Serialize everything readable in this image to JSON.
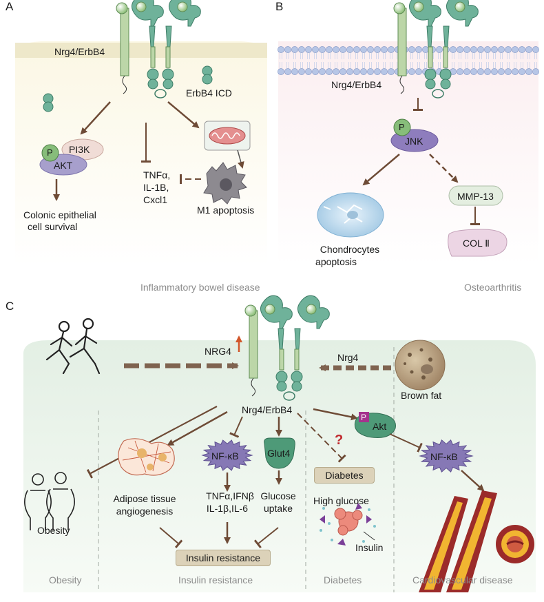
{
  "panel_a": {
    "letter": "A",
    "receptor_label": "Nrg4/ErbB4",
    "icd_label": "ErbB4 ICD",
    "p_badge": "P",
    "pi3k": "PI3K",
    "akt": "AKT",
    "outcome_line1": "Colonic epithelial",
    "outcome_line2": "cell survival",
    "cytokines": [
      "TNFα,",
      "IL-1B,",
      "Cxcl1"
    ],
    "m1": "M1 apoptosis",
    "disease": "Inflammatory bowel disease"
  },
  "panel_b": {
    "letter": "B",
    "receptor_label": "Nrg4/ErbB4",
    "p_badge": "P",
    "jnk": "JNK",
    "chondro_line1": "Chondrocytes",
    "chondro_line2": "apoptosis",
    "mmp": "MMP-13",
    "col": "COL Ⅱ",
    "disease": "Osteoarthritis"
  },
  "panel_c": {
    "letter": "C",
    "nrg4_up": "NRG4",
    "nrg4": "Nrg4",
    "brown_fat": "Brown fat",
    "receptor_label": "Nrg4/ErbB4",
    "p_badge": "P",
    "akt": "Akt",
    "question": "?",
    "nfkb_left": "NF-κB",
    "nfkb_right": "NF-κB",
    "glut4": "Glut4",
    "obesity": "Obesity",
    "adipose_line1": "Adipose tissue",
    "adipose_line2": "angiogenesis",
    "cytokines_line1": "TNFα,IFNβ",
    "cytokines_line2": "IL-1β,IL-6",
    "glucose_line1": "Glucose",
    "glucose_line2": "uptake",
    "diabetes_box": "Diabetes",
    "high_glucose": "High glucose",
    "insulin": "Insulin",
    "insulin_resistance": "Insulin resistance",
    "footer": [
      "Obesity",
      "Insulin resistance",
      "Diabetes",
      "Cardiovascular disease"
    ]
  },
  "colors": {
    "receptor_green": "#5fa88f",
    "tm_green": "#bcd6a8",
    "arrow_brown": "#6e4b36",
    "akt_purple": "#a79fcc",
    "jnk_purple": "#8e7dbd",
    "nfkb_purple": "#8678b5",
    "box_tan": "#dcd2b9",
    "red_arrow": "#d2572b",
    "question_red": "#c0282d",
    "akt_badge": "#a4338e",
    "disease_gray": "#8c8c8c"
  }
}
